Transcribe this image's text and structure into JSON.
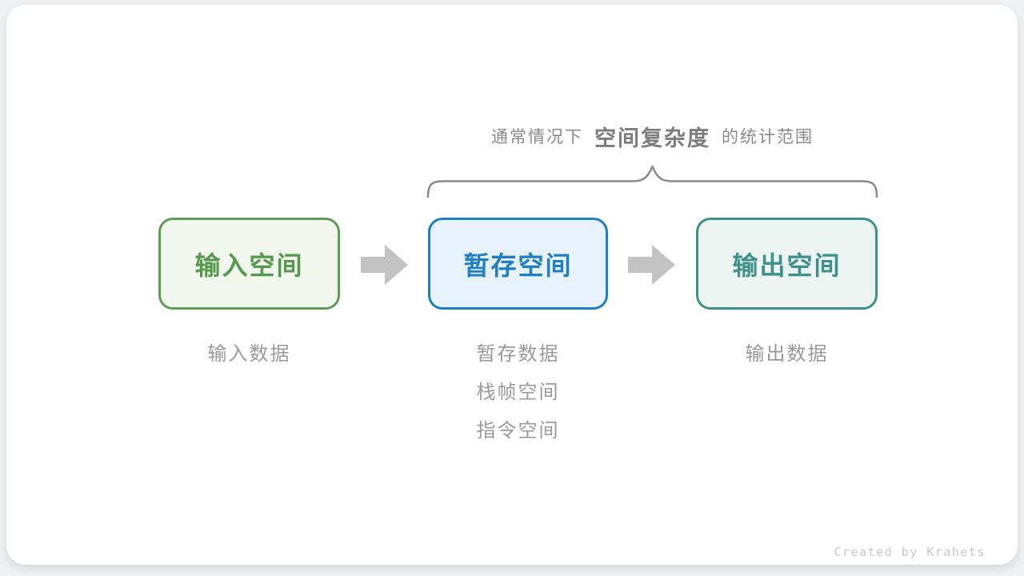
{
  "caption": {
    "prefix": "通常情况下",
    "highlight": "空间复杂度",
    "suffix": "的统计范围"
  },
  "boxes": [
    {
      "id": "input",
      "label": "输入空间"
    },
    {
      "id": "buffer",
      "label": "暂存空间"
    },
    {
      "id": "output",
      "label": "输出空间"
    }
  ],
  "sublabels": {
    "input": "输入数据",
    "buffer": [
      "暂存数据",
      "栈帧空间",
      "指令空间"
    ],
    "output": "输出数据"
  },
  "icons": {
    "arrow": "right-block-arrow",
    "brace": "top-curly-brace"
  },
  "footer": {
    "credit": "Created by Krahets"
  },
  "colors": {
    "page-bg": "#f0f1f2",
    "card-bg": "#ffffff",
    "green-border": "#5f9c54",
    "green-bg": "#f2f8ee",
    "green-text": "#55994c",
    "blue-border": "#1f7fc4",
    "blue-bg": "#e8f2fb",
    "blue-text": "#1f7fc4",
    "teal-border": "#3d9188",
    "teal-bg": "#edf5f3",
    "teal-text": "#3d9188",
    "arrow-gray": "#c3c3c3",
    "stroke-gray": "#8a8a8a",
    "caption-gray": "#8a8a8a",
    "caption-bold-gray": "#7d7d7d",
    "label-gray": "#9a9a9a",
    "credit-gray": "#c8c8c8"
  }
}
